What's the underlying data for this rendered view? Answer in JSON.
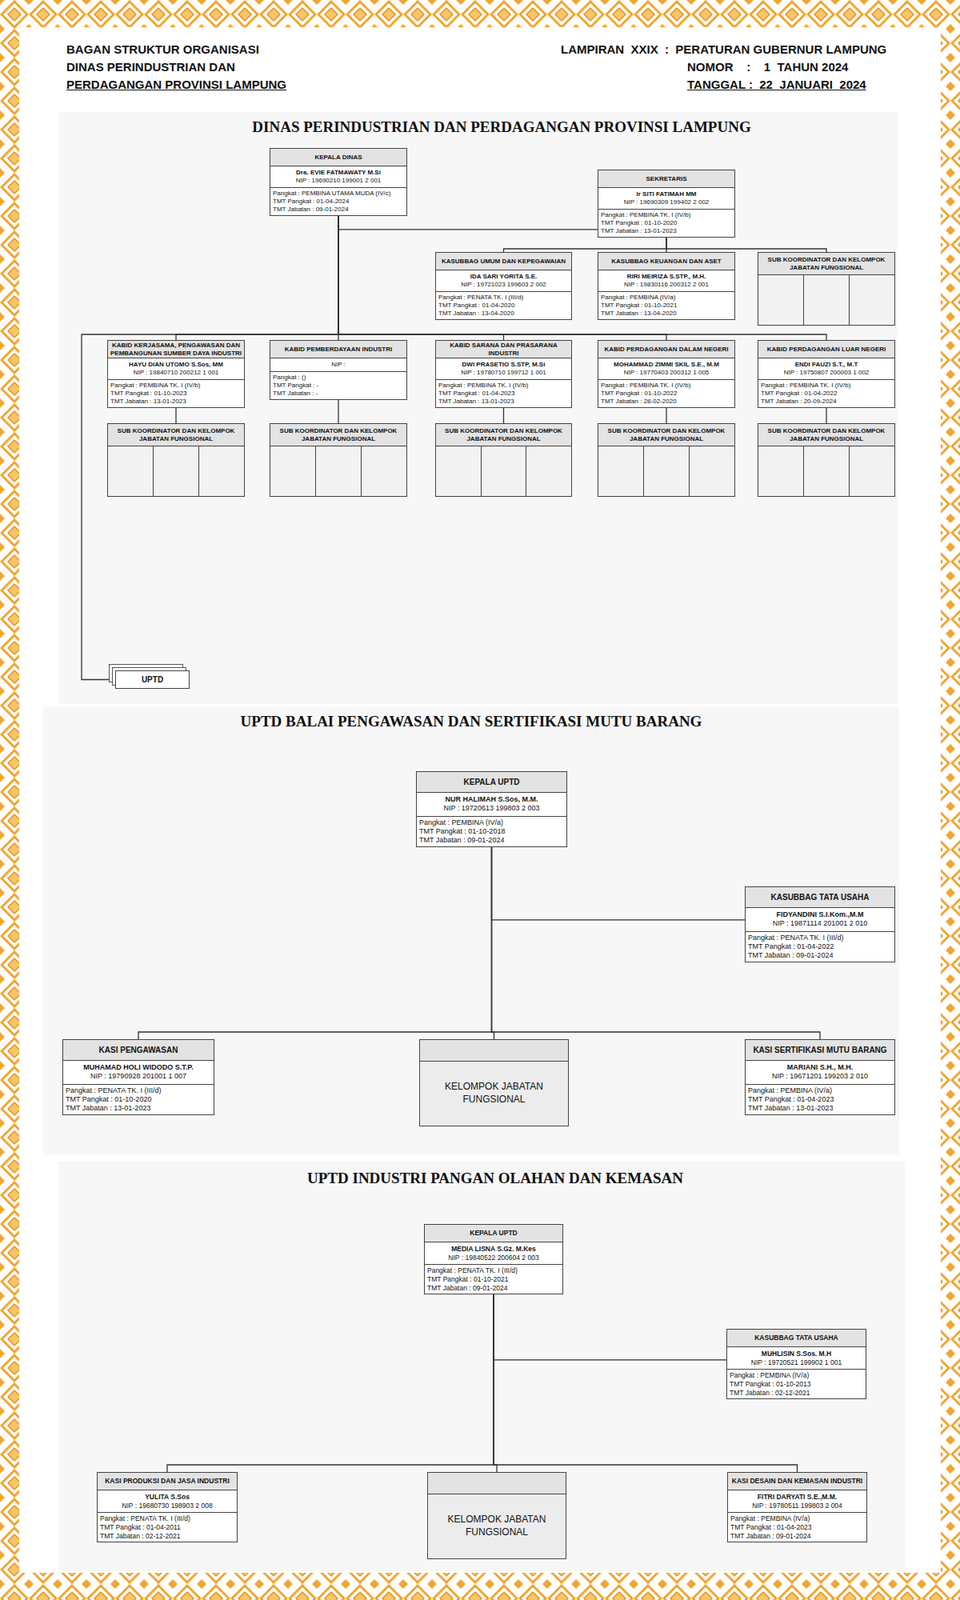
{
  "diagram": {
    "title": "DINAS PERINDUSTRIAN DAN PERDAGANGAN PROVINSI LAMPUNG",
    "nodes": [
      {
        "text": [
          "KEPALA DINAS",
          "Dra. EVIE FATMAWATY M.Si",
          "NIP : 19690210 199001 2 001",
          "Pangkat : PEMBINA UTAMA MUDA (IV/c)",
          "TMT Pangkat : 01-04-2024",
          "TMT Jabatan : 09-01-2024"
        ]
      },
      {
        "text": [
          "SEKRETARIS",
          "Ir SITI FATIMAH MM",
          "NIP : 19690309 199402 2 002",
          "Pangkat : PEMBINA TK. I (IV/b)",
          "TMT Pangkat : 01-10-2020",
          "TMT Jabatan : 13-01-2023"
        ]
      },
      {
        "text": [
          "KASUBBAG UMUM DAN KEPEGAWAIAN",
          "IDA SARI YORITA S.E.",
          "NIP : 19721023 199603 2 002",
          "Pangkat : PENATA TK. I (III/d)",
          "TMT Pangkat : 01-04-2020",
          "TMT Jabatan : 13-04-2020"
        ]
      },
      {
        "text": [
          "KASUBBAG KEUANGAN DAN ASET",
          "RIRI MEIRIZA S.STP., M.H.",
          "NIP : 19830116 200312 2 001",
          "Pangkat : PEMBINA (IV/a)",
          "TMT Pangkat : 01-10-2021",
          "TMT Jabatan : 13-04-2020"
        ]
      },
      {
        "text": [
          "SUB KOORDINATOR DAN KELOMPOK JABATAN FUNGSIONAL"
        ]
      },
      {
        "text": [
          "KABID KERJASAMA, PENGAWASAN DAN PEMBANGUNAN SUMBER DAYA INDUSTRI",
          "HAYU DIAN UTOMO S.Sos, MM",
          "NIP : 19840710 200212 1 001",
          "Pangkat : PEMBINA TK. I (IV/b)",
          "TMT Pangkat : 01-10-2023",
          "TMT Jabatan : 13-01-2023"
        ]
      },
      {
        "text": [
          "KABID PEMBERDAYAAN INDUSTRI",
          "NIP :",
          "Pangkat : ()",
          "TMT Pangkat : -",
          "TMT Jabatan : -"
        ]
      },
      {
        "text": [
          "KABID SARANA DAN PRASARANA INDUSTRI",
          "DWI PRASETIO S.STP, M.Si",
          "NIP : 19780710 199712 1 001",
          "Pangkat : PEMBINA TK. I (IV/b)",
          "TMT Pangkat : 01-04-2023",
          "TMT Jabatan : 13-01-2023"
        ]
      },
      {
        "text": [
          "KABID PERDAGANGAN DALAM NEGERI",
          "MOHAMMAD ZIMMI SKIL S.E., M.M",
          "NIP : 19770403 200312 1 005",
          "Pangkat : PEMBINA TK. I (IV/b)",
          "TMT Pangkat : 01-10-2022",
          "TMT Jabatan : 28-02-2020"
        ]
      },
      {
        "text": [
          "KABID PERDAGANGAN LUAR NEGERI",
          "ENDI FAUZI S.T., M.T",
          "NIP : 19750807 200003 1 002",
          "Pangkat : PEMBINA TK. I (IV/b)",
          "TMT Pangkat : 01-04-2022",
          "TMT Jabatan : 20-09-2024"
        ]
      },
      {
        "text": [
          "SUB KOORDINATOR DAN KELOMPOK JABATAN FUNGSIONAL"
        ]
      },
      {
        "text": [
          "SUB KOORDINATOR DAN KELOMPOK JABATAN FUNGSIONAL"
        ]
      },
      {
        "text": [
          "SUB KOORDINATOR DAN KELOMPOK JABATAN FUNGSIONAL"
        ]
      },
      {
        "text": [
          "SUB KOORDINATOR DAN KELOMPOK JABATAN FUNGSIONAL"
        ]
      },
      {
        "text": [
          "SUB KOORDINATOR DAN KELOMPOK JABATAN FUNGSIONAL"
        ]
      },
      {
        "text": [
          "UPTD"
        ]
      },
      {
        "text": [
          "KEPALA UPTD",
          "NUR HALIMAH S.Sos, M.M.",
          "NIP : 19720613 199803 2 003",
          "Pangkat : PEMBINA (IV/a)",
          "TMT Pangkat : 01-10-2018",
          "TMT Jabatan : 09-01-2024"
        ]
      },
      {
        "text": [
          "KASUBBAG TATA USAHA",
          "FIDYANDINI S.I.Kom.,M.M",
          "NIP : 19871114 201001 2 010",
          "Pangkat : PENATA TK. I (III/d)",
          "TMT Pangkat : 01-04-2022",
          "TMT Jabatan : 09-01-2024"
        ]
      },
      {
        "text": [
          "KASI PENGAWASAN",
          "MUHAMAD HOLI WIDODO S.T.P.",
          "NIP : 19790928 201001 1 007",
          "Pangkat : PENATA TK. I (III/d)",
          "TMT Pangkat : 01-10-2020",
          "TMT Jabatan : 13-01-2023"
        ]
      },
      {
        "text": [
          "KELOMPOK JABATAN FUNGSIONAL"
        ]
      },
      {
        "text": [
          "KASI SERTIFIKASI MUTU BARANG",
          "MARIANI S.H., M.H.",
          "NIP : 19671201 199203 2 010",
          "Pangkat : PEMBINA (IV/a)",
          "TMT Pangkat : 01-04-2023",
          "TMT Jabatan : 13-01-2023"
        ]
      },
      {
        "text": [
          "KEPALA UPTD",
          "MEDIA LISNA S.Gz. M.Kes",
          "NIP : 19840522 200604 2 003",
          "Pangkat : PENATA TK. I (III/d)",
          "TMT Pangkat : 01-10-2021",
          "TMT Jabatan : 09-01-2024"
        ]
      },
      {
        "text": [
          "KASUBBAG TATA USAHA",
          "MUHLISIN S.Sos. M.H",
          "NIP : 19720521 199902 1 001",
          "Pangkat : PEMBINA (IV/a)",
          "TMT Pangkat : 01-10-2013",
          "TMT Jabatan : 02-12-2021"
        ]
      },
      {
        "text": [
          "KASI PRODUKSI DAN JASA INDUSTRI",
          "YULITA S.Sos",
          "NIP : 19680730 198903 2 008",
          "Pangkat : PENATA TK. I (III/d)",
          "TMT Pangkat : 01-04-2011",
          "TMT Jabatan : 02-12-2021"
        ]
      },
      {
        "text": [
          "KELOMPOK JABATAN FUNGSIONAL"
        ]
      },
      {
        "text": [
          "KASI DESAIN DAN KEMASAN INDUSTRI",
          "FITRI DARYATI S.E.,M.M.",
          "NIP : 19780511 199803 2 004",
          "Pangkat : PEMBINA (IV/a)",
          "TMT Pangkat : 01-04-2023",
          "TMT Jabatan : 09-01-2024"
        ]
      }
    ],
    "edges": [
      {
        "from": 0,
        "to": 1,
        "arrow": "none"
      },
      {
        "from": 1,
        "to": 2,
        "arrow": "none"
      },
      {
        "from": 1,
        "to": 3,
        "arrow": "none"
      },
      {
        "from": 1,
        "to": 4,
        "arrow": "none"
      },
      {
        "from": 0,
        "to": 5,
        "arrow": "none"
      },
      {
        "from": 0,
        "to": 6,
        "arrow": "none"
      },
      {
        "from": 0,
        "to": 7,
        "arrow": "none"
      },
      {
        "from": 0,
        "to": 8,
        "arrow": "none"
      },
      {
        "from": 0,
        "to": 9,
        "arrow": "none"
      },
      {
        "from": 5,
        "to": 10,
        "arrow": "none"
      },
      {
        "from": 6,
        "to": 11,
        "arrow": "none"
      },
      {
        "from": 7,
        "to": 12,
        "arrow": "none"
      },
      {
        "from": 8,
        "to": 13,
        "arrow": "none"
      },
      {
        "from": 9,
        "to": 14,
        "arrow": "none"
      },
      {
        "from": 0,
        "to": 15,
        "arrow": "none"
      },
      {
        "from": 16,
        "to": 17,
        "arrow": "none"
      },
      {
        "from": 16,
        "to": 18,
        "arrow": "none"
      },
      {
        "from": 16,
        "to": 19,
        "arrow": "none"
      },
      {
        "from": 16,
        "to": 20,
        "arrow": "none"
      },
      {
        "from": 21,
        "to": 22,
        "arrow": "none"
      },
      {
        "from": 21,
        "to": 23,
        "arrow": "none"
      },
      {
        "from": 21,
        "to": 24,
        "arrow": "none"
      },
      {
        "from": 21,
        "to": 25,
        "arrow": "none"
      }
    ],
    "labels": [
      "BAGAN STRUKTUR ORGANISASI",
      "DINAS PERINDUSTRIAN DAN",
      "PERDAGANGAN PROVINSI LAMPUNG",
      "LAMPIRAN  XXIX  :  PERATURAN GUBERNUR LAMPUNG",
      "NOMOR    :    1  TAHUN 2024",
      "TANGGAL :  22  JANUARI  2024",
      "UPTD BALAI PENGAWASAN DAN SERTIFIKASI MUTU BARANG",
      "UPTD INDUSTRI PANGAN OLAHAN DAN KEMASAN"
    ]
  }
}
